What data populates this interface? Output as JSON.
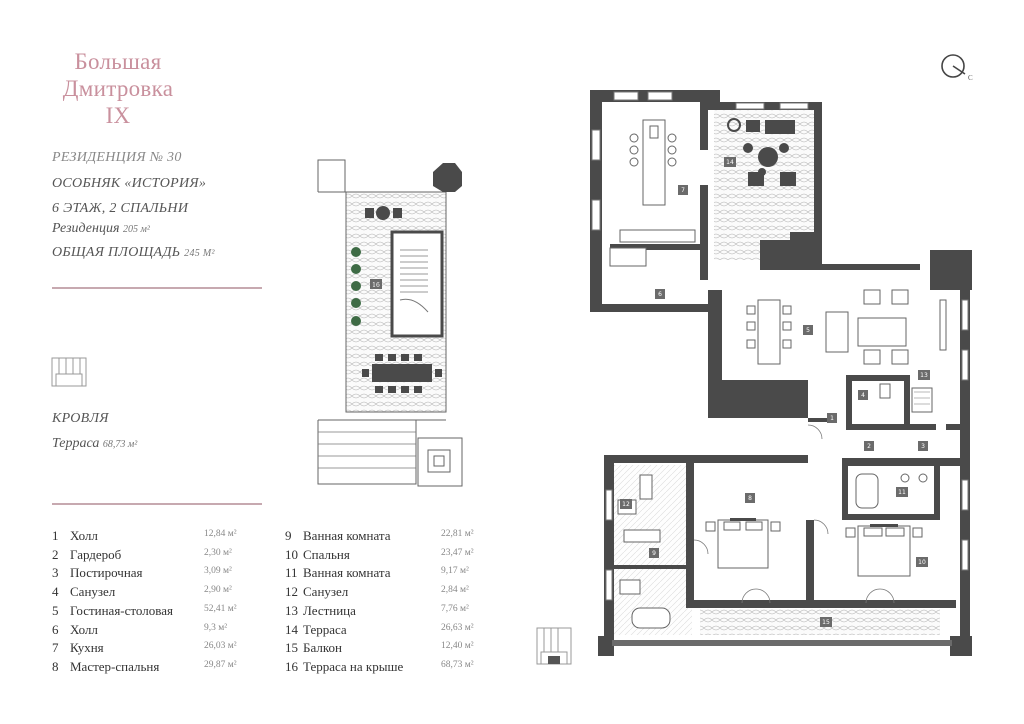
{
  "brand": {
    "line1": "Большая",
    "line2": "Дмитровка",
    "line3": "IX"
  },
  "info": {
    "residence": "РЕЗИДЕНЦИЯ № 30",
    "mansion": "ОСОБНЯК «ИСТОРИЯ»",
    "floor": "6  ЭТАЖ, 2 СПАЛЬНИ",
    "residence_area_label": "Резиденция",
    "residence_area": "205 м²",
    "total_area_label": "ОБЩАЯ ПЛОЩАДЬ",
    "total_area": "245 м²",
    "roof": "КРОВЛЯ",
    "terrace_label": "Терраса",
    "terrace_area": "68,73 м²"
  },
  "compass": {
    "label": "С"
  },
  "legend": [
    {
      "num": "1",
      "name": "Холл",
      "area": "12,84 м²"
    },
    {
      "num": "2",
      "name": "Гардероб",
      "area": "2,30 м²"
    },
    {
      "num": "3",
      "name": "Постирочная",
      "area": "3,09 м²"
    },
    {
      "num": "4",
      "name": "Санузел",
      "area": "2,90 м²"
    },
    {
      "num": "5",
      "name": "Гостиная-столовая",
      "area": "52,41 м²"
    },
    {
      "num": "6",
      "name": "Холл",
      "area": "9,3 м²"
    },
    {
      "num": "7",
      "name": "Кухня",
      "area": "26,03 м²"
    },
    {
      "num": "8",
      "name": "Мастер-спальня",
      "area": "29,87 м²"
    },
    {
      "num": "9",
      "name": "Ванная комната",
      "area": "22,81 м²"
    },
    {
      "num": "10",
      "name": "Спальня",
      "area": "23,47 м²"
    },
    {
      "num": "11",
      "name": "Ванная комната",
      "area": "9,17 м²"
    },
    {
      "num": "12",
      "name": "Санузел",
      "area": "2,84 м²"
    },
    {
      "num": "13",
      "name": "Лестница",
      "area": "7,76 м²"
    },
    {
      "num": "14",
      "name": "Терраса",
      "area": "26,63 м²"
    },
    {
      "num": "15",
      "name": "Балкон",
      "area": "12,40 м²"
    },
    {
      "num": "16",
      "name": "Терраса на крыше",
      "area": "68,73 м²"
    }
  ],
  "plan_labels": {
    "r1": "1",
    "r2": "2",
    "r3": "3",
    "r4": "4",
    "r5": "5",
    "r6": "6",
    "r7": "7",
    "r8": "8",
    "r9": "9",
    "r10": "10",
    "r11": "11",
    "r12": "12",
    "r13": "13",
    "r14": "14",
    "r15": "15",
    "r16": "16"
  },
  "colors": {
    "brand": "#c9909d",
    "wall": "#4a4a4a",
    "rule": "#c7a9b0",
    "plant": "#3e6b45"
  }
}
